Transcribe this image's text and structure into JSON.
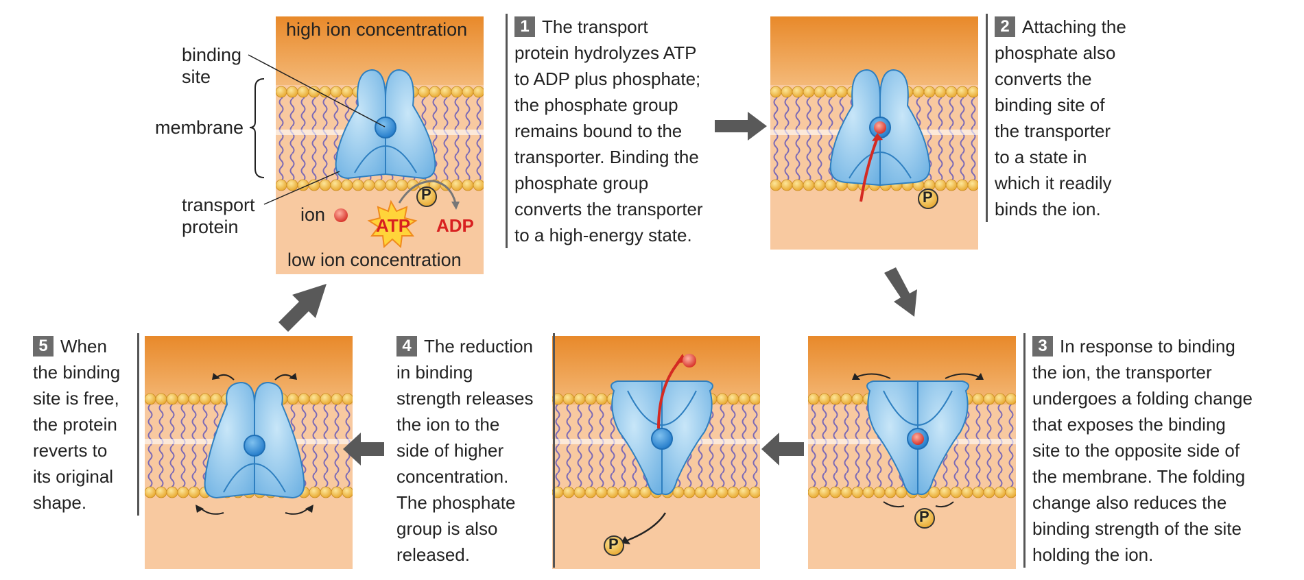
{
  "panel1": {
    "high_label": "high ion concentration",
    "low_label": "low ion concentration",
    "atp": "ATP",
    "adp": "ADP",
    "phosphate": "P",
    "ion_label": "ion"
  },
  "labels": {
    "binding_site_line1": "binding",
    "binding_site_line2": "site",
    "membrane": "membrane",
    "transport_line1": "transport",
    "transport_line2": "protein"
  },
  "steps": [
    {
      "num": "1",
      "lines": [
        "The transport",
        "protein hydrolyzes ATP",
        "to ADP plus phosphate;",
        "the phosphate group",
        "remains bound to the",
        "transporter. Binding the",
        "phosphate group",
        "converts the transporter",
        "to a high-energy state."
      ]
    },
    {
      "num": "2",
      "lines": [
        "Attaching the",
        "phosphate also",
        "converts the",
        "binding site of",
        "the transporter",
        "to a state in",
        "which it readily",
        "binds the ion."
      ]
    },
    {
      "num": "3",
      "lines": [
        "In response to binding",
        "the ion, the transporter",
        "undergoes a folding change",
        "that exposes the binding",
        "site to the opposite side of",
        "the membrane. The folding",
        "change also reduces the",
        "binding strength of the site",
        "holding the ion."
      ]
    },
    {
      "num": "4",
      "lines": [
        "The reduction",
        "in binding",
        "strength releases",
        "the ion to the",
        "side of higher",
        "concentration.",
        "The phosphate",
        "group is also",
        "released."
      ]
    },
    {
      "num": "5",
      "lines": [
        "When",
        "the binding",
        "site is free,",
        "the protein",
        "reverts to",
        "its original",
        "shape."
      ]
    }
  ],
  "phosphate_symbol": "P",
  "colors": {
    "top_orange": "#e8892a",
    "bottom_peach": "#f8c9a0",
    "lipid_head": "#f0b43c",
    "lipid_tail": "#8e7bbf",
    "protein": "#8fc8ec",
    "protein_dark": "#3d8fcf",
    "ion_red": "#e0322b",
    "flow_arrow": "#595959"
  }
}
